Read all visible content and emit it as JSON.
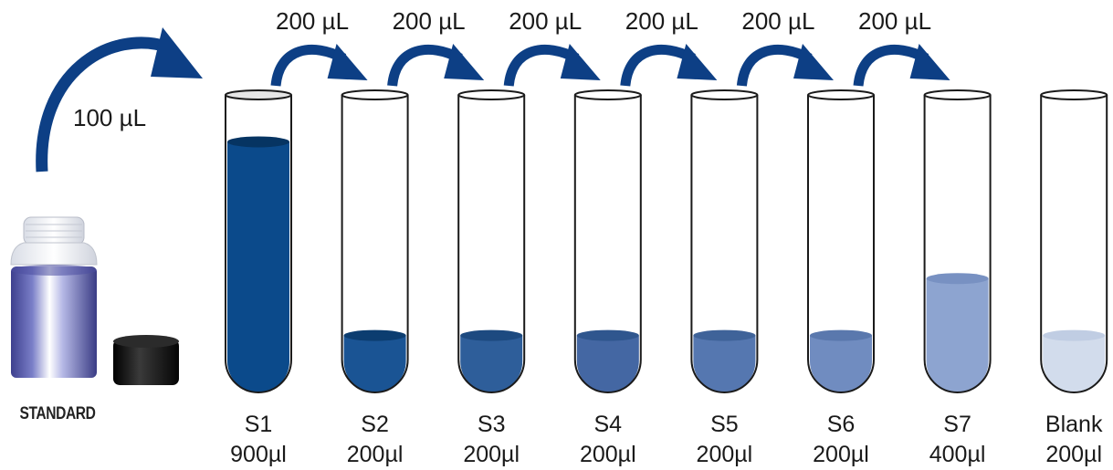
{
  "standard": {
    "label": "STANDARD",
    "transfer_volume": "100 µL"
  },
  "transfer_volume_label": "200 µL",
  "tubes": [
    {
      "name": "S1",
      "volume": "900µl",
      "fill_color": "#0b4a8b",
      "meniscus_color": "#063462",
      "fill_fraction": 0.88
    },
    {
      "name": "S2",
      "volume": "200µl",
      "fill_color": "#1a5494",
      "meniscus_color": "#0c3d70",
      "fill_fraction": 0.2
    },
    {
      "name": "S3",
      "volume": "200µl",
      "fill_color": "#2e5e9a",
      "meniscus_color": "#1d4a80",
      "fill_fraction": 0.2
    },
    {
      "name": "S4",
      "volume": "200µl",
      "fill_color": "#4467a3",
      "meniscus_color": "#2f568e",
      "fill_fraction": 0.2
    },
    {
      "name": "S5",
      "volume": "200µl",
      "fill_color": "#5577b0",
      "meniscus_color": "#3f6399",
      "fill_fraction": 0.2
    },
    {
      "name": "S6",
      "volume": "200µl",
      "fill_color": "#708cc0",
      "meniscus_color": "#5a78ad",
      "fill_fraction": 0.2
    },
    {
      "name": "S7",
      "volume": "400µl",
      "fill_color": "#8da4d0",
      "meniscus_color": "#7891c2",
      "fill_fraction": 0.4
    },
    {
      "name": "Blank",
      "volume": "200µl",
      "fill_color": "#d2dcec",
      "meniscus_color": "#c0cde3",
      "fill_fraction": 0.2
    }
  ],
  "colors": {
    "arrow": "#0d3f85",
    "tube_outline": "#1a1a1a",
    "vial_liquid": "#5a5fb0",
    "cap": "#111111"
  }
}
